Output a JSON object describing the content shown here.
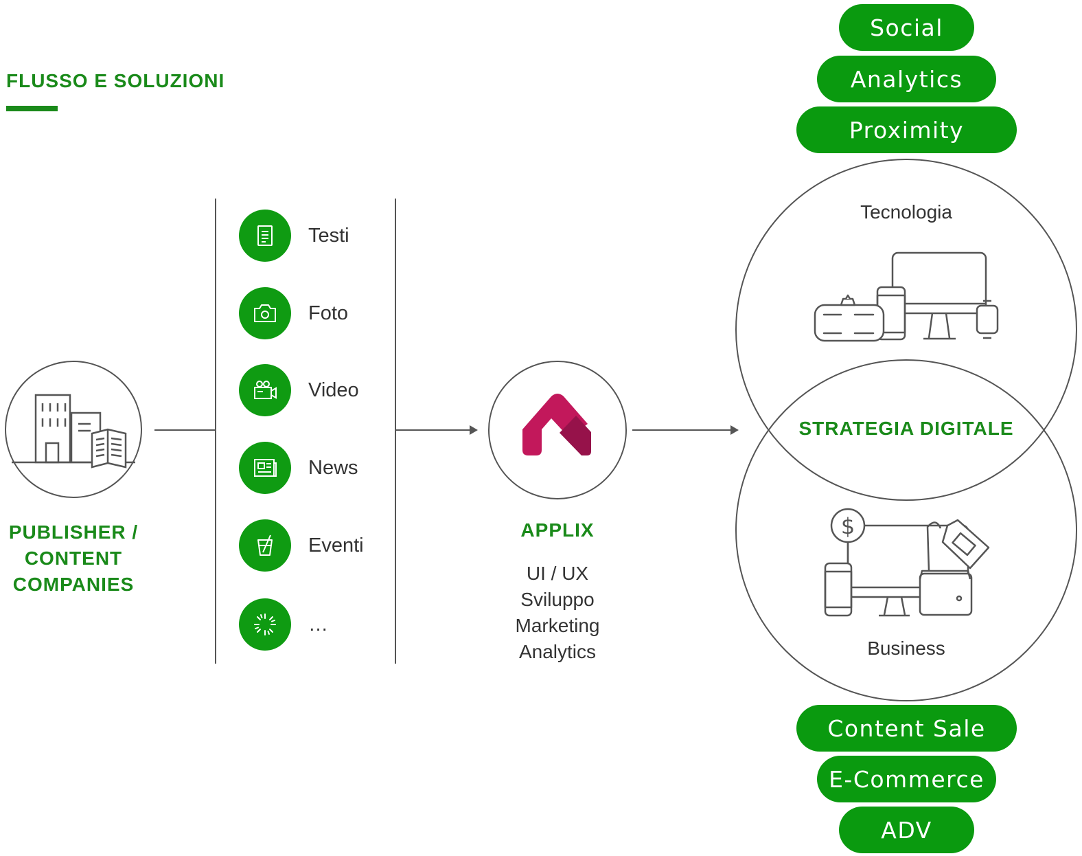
{
  "section_title": "FLUSSO E SOLUZIONI",
  "publisher": {
    "label_line1": "PUBLISHER /",
    "label_line2": "CONTENT",
    "label_line3": "COMPANIES",
    "icon": "building-newspaper-icon"
  },
  "content_types": [
    {
      "label": "Testi",
      "icon": "document-icon"
    },
    {
      "label": "Foto",
      "icon": "camera-icon"
    },
    {
      "label": "Video",
      "icon": "video-camera-icon"
    },
    {
      "label": "News",
      "icon": "newspaper-icon"
    },
    {
      "label": "Eventi",
      "icon": "drink-icon"
    },
    {
      "label": "…",
      "icon": "sparkle-icon"
    }
  ],
  "applix": {
    "label": "APPLIX",
    "services": [
      "UI / UX",
      "Sviluppo",
      "Marketing",
      "Analytics"
    ],
    "logo_colors": {
      "primary": "#c2185b",
      "secondary": "#9b1450"
    }
  },
  "strategy": {
    "label": "STRATEGIA DIGITALE",
    "top_circle_label": "Tecnologia",
    "bottom_circle_label": "Business"
  },
  "top_pills": [
    "Social",
    "Analytics",
    "Proximity"
  ],
  "bottom_pills": [
    "Content Sale",
    "E-Commerce",
    "ADV"
  ],
  "colors": {
    "accent": "#1a8a1a",
    "pill": "#0a9a0f",
    "line": "#555555"
  }
}
